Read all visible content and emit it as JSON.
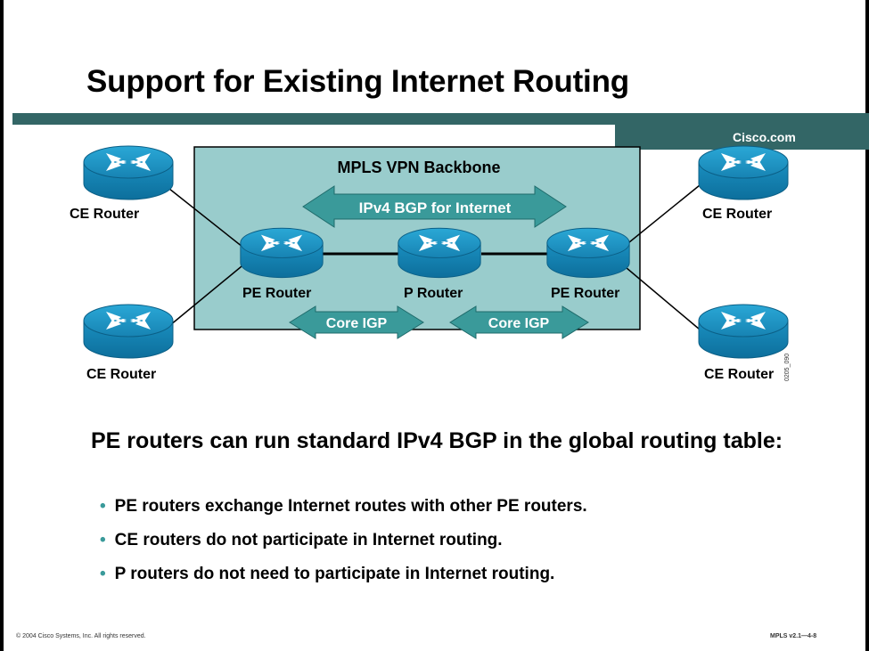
{
  "slide": {
    "title": "Support for Existing Internet Routing",
    "brand": "Cisco.com",
    "footer_left": "© 2004 Cisco Systems, Inc. All rights reserved.",
    "footer_right": "MPLS v2.1—4-8"
  },
  "diagram": {
    "backbone_label": "MPLS VPN Backbone",
    "bgp_arrow_label": "IPv4 BGP for Internet",
    "core_igp_left": "Core IGP",
    "core_igp_right": "Core IGP",
    "routers": {
      "ce_top_left": "CE Router",
      "ce_bottom_left": "CE Router",
      "ce_top_right": "CE Router",
      "ce_bottom_right": "CE Router",
      "pe_left": "PE Router",
      "p_center": "P Router",
      "pe_right": "PE Router"
    },
    "figure_id": "0205_090",
    "colors": {
      "backbone_fill": "#99cccc",
      "arrow_fill": "#3a9a9a",
      "router_fill": "#1a9bc9",
      "header_bar": "#336666"
    }
  },
  "content": {
    "heading": "PE routers can run standard IPv4 BGP in the global routing table:",
    "bullets": [
      "PE routers exchange Internet routes with other PE routers.",
      "CE routers do not participate in Internet routing.",
      "P routers do not need to participate in Internet routing."
    ]
  }
}
